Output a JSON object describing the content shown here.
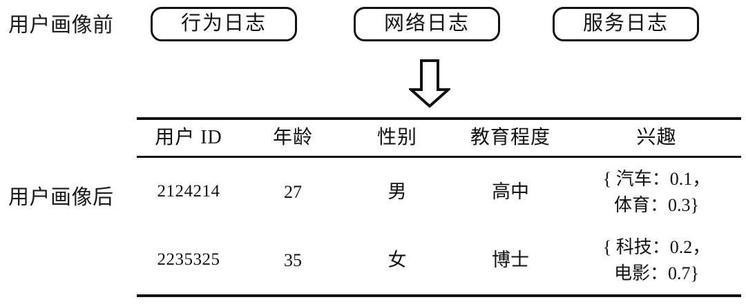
{
  "figure": {
    "rows": [
      {
        "id": "before",
        "label": "用户画像前"
      },
      {
        "id": "after",
        "label": "用户画像后"
      }
    ]
  },
  "sources": {
    "items": [
      {
        "label": "行为日志"
      },
      {
        "label": "网络日志"
      },
      {
        "label": "服务日志"
      }
    ]
  },
  "flow": {
    "arrow_icon": "arrow-down-outline-icon",
    "arrow_color": "#111111"
  },
  "table": {
    "headers": [
      "用户 ID",
      "年龄",
      "性别",
      "教育程度",
      "兴趣"
    ],
    "rows": [
      {
        "user_id": "2124214",
        "age": "27",
        "gender": "男",
        "education": "高中",
        "interests": "{ 汽车：0.1，\n体育：0.3}"
      },
      {
        "user_id": "2235325",
        "age": "35",
        "gender": "女",
        "education": "博士",
        "interests": "{ 科技：0.2，\n电影：0.7}"
      }
    ]
  },
  "style": {
    "ink": "#111111",
    "background": "#ffffff"
  }
}
